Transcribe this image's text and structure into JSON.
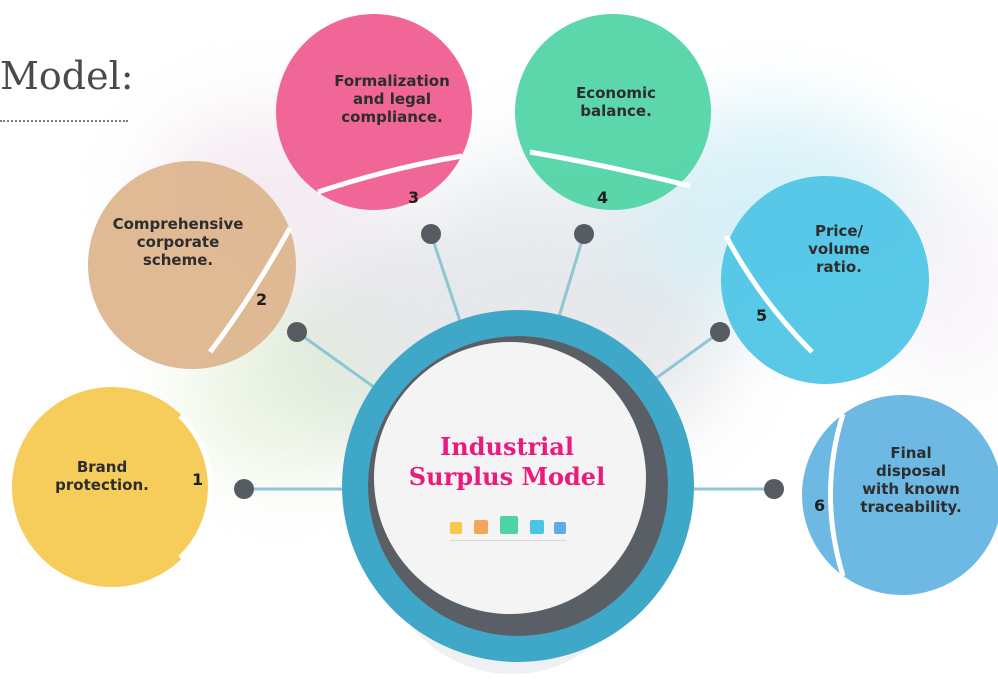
{
  "heading": "Model:",
  "hub": {
    "title": "Industrial\nSurplus Model"
  },
  "colors": {
    "yellow": "#f5c84c",
    "tan": "#dcb48c",
    "pink": "#ef5a8e",
    "green": "#4ed4a4",
    "sky": "#4cc4e6",
    "blue": "#5aaee0",
    "hub_ring": "#3fa8c8",
    "title": "#e81c7e"
  },
  "steps": [
    {
      "number": "1",
      "label": "Brand\nprotection.",
      "color": "yellow"
    },
    {
      "number": "2",
      "label": "Comprehensive\ncorporate\nscheme.",
      "color": "tan"
    },
    {
      "number": "3",
      "label": "Formalization\nand legal\ncompliance.",
      "color": "pink"
    },
    {
      "number": "4",
      "label": "Economic\nbalance.",
      "color": "green"
    },
    {
      "number": "5",
      "label": "Price/\nvolume\nratio.",
      "color": "sky"
    },
    {
      "number": "6",
      "label": "Final\ndisposal\nwith known\ntraceability.",
      "color": "blue"
    }
  ],
  "hub_icons": [
    "yellow",
    "orange",
    "green",
    "sky",
    "blue"
  ]
}
